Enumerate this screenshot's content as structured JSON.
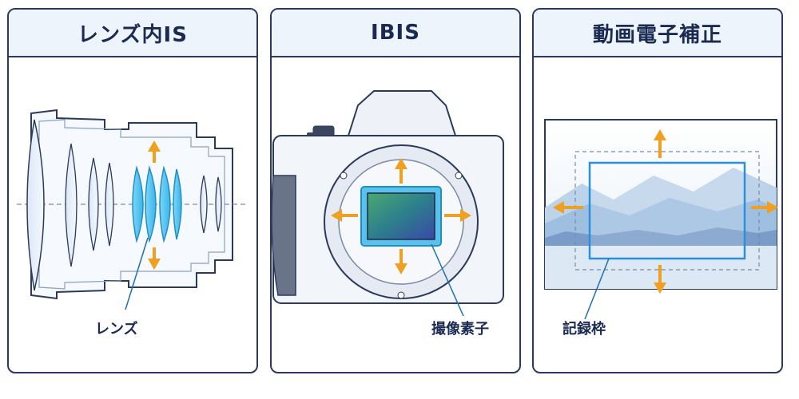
{
  "panels": [
    {
      "title": "レンズ内IS",
      "callout": "レンズ"
    },
    {
      "title": "IBIS",
      "callout": "撮像素子"
    },
    {
      "title": "動画電子補正",
      "callout": "記録枠"
    }
  ],
  "colors": {
    "outline": "#2b3a5c",
    "arrow": "#f0a020",
    "highlight_blue": "#4cc4f0",
    "header_bg": "#eef4fb"
  },
  "icons": [
    "up-arrow-icon",
    "down-arrow-icon",
    "left-arrow-icon",
    "right-arrow-icon"
  ]
}
